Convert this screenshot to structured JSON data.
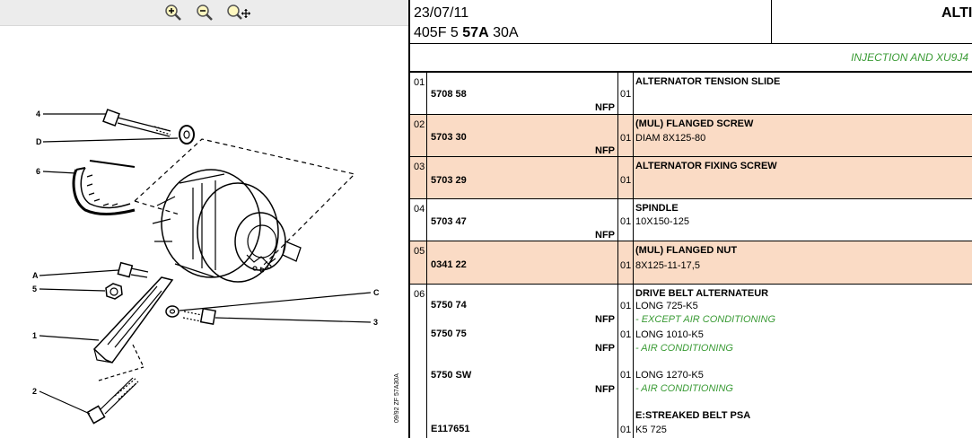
{
  "toolbar": {
    "icons": [
      "zoom-in-icon",
      "zoom-out-icon",
      "zoom-pan-icon"
    ]
  },
  "diagram": {
    "callouts": [
      "4",
      "D",
      "6",
      "A",
      "5",
      "1",
      "2",
      "C",
      "3"
    ],
    "side_text": "09/92 ZF 57A30A"
  },
  "header": {
    "date": "23/07/11",
    "ref_prefix": "405F 5",
    "ref_bold": "57A",
    "ref_suffix": "30A",
    "title": "ALTI",
    "subtitle": "INJECTION AND XU9J4"
  },
  "colors": {
    "highlight_row": "#fadbc5",
    "note_green": "#3a9b35"
  },
  "rows": [
    {
      "index": "01",
      "ref": "5708 58",
      "nfp": "NFP",
      "qty": "01",
      "name": "ALTERNATOR TENSION SLIDE",
      "detail": ""
    },
    {
      "index": "02",
      "ref": "5703 30",
      "nfp": "NFP",
      "qty": "01",
      "name": "(MUL) FLANGED SCREW",
      "detail": "DIAM 8X125-80"
    },
    {
      "index": "03",
      "ref": "5703 29",
      "nfp": "",
      "qty": "01",
      "name": "ALTERNATOR FIXING SCREW",
      "detail": ""
    },
    {
      "index": "04",
      "ref": "5703 47",
      "nfp": "NFP",
      "qty": "01",
      "name": "SPINDLE",
      "detail": "10X150-125"
    },
    {
      "index": "05",
      "ref": "0341 22",
      "nfp": "",
      "qty": "01",
      "name": "(MUL) FLANGED NUT",
      "detail": "8X125-11-17,5"
    },
    {
      "index": "06",
      "name": "DRIVE BELT ALTERNATEUR",
      "subs": [
        {
          "ref": "5750 74",
          "nfp": "NFP",
          "qty": "01",
          "detail": "LONG 725-K5",
          "note": "- EXCEPT AIR CONDITIONING"
        },
        {
          "ref": "5750 75",
          "nfp": "NFP",
          "qty": "01",
          "detail": "LONG 1010-K5",
          "note": "- AIR CONDITIONING"
        },
        {
          "ref": "5750 SW",
          "nfp": "NFP",
          "qty": "01",
          "detail": "LONG 1270-K5",
          "note": "- AIR CONDITIONING"
        },
        {
          "ref": "E117651",
          "nfp": "",
          "qty": "01",
          "detail": "K5 725",
          "name": "E:STREAKED BELT PSA"
        }
      ]
    }
  ]
}
